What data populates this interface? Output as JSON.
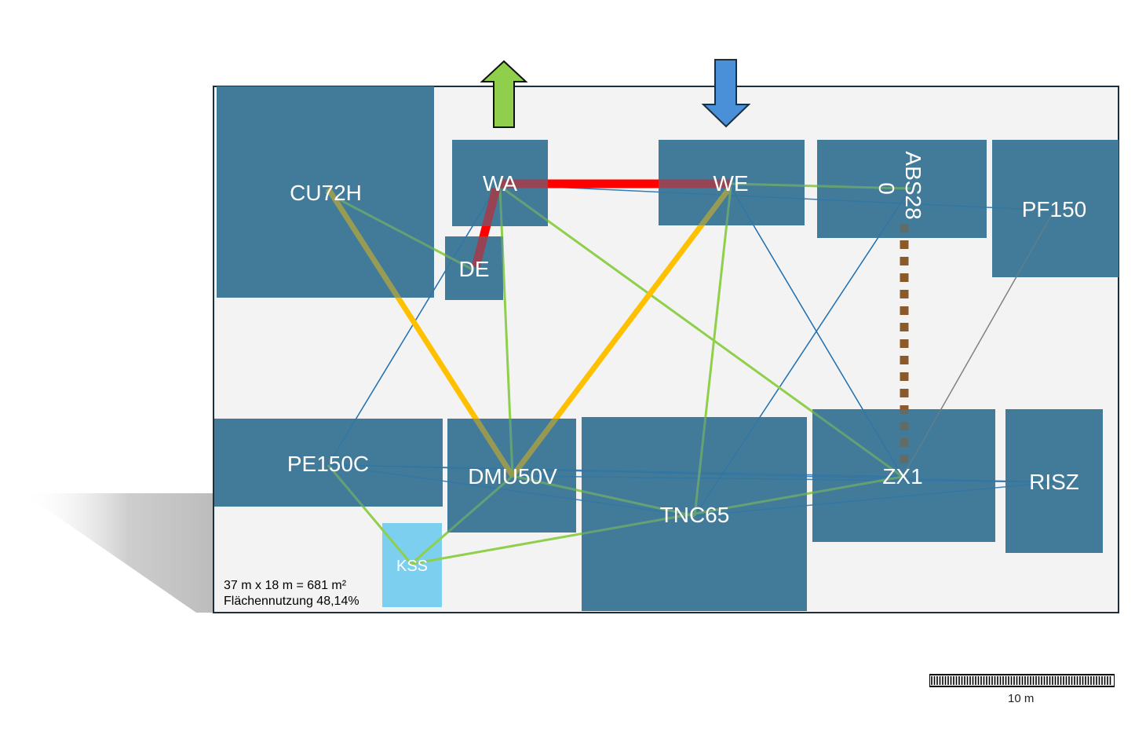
{
  "floor_plan": {
    "dimensions_text": "37 m x 18 m = 681 m²",
    "utilization_text": "Flächennutzung 48,14%",
    "scale_label": "10 m",
    "colors": {
      "machine": "#427b99",
      "kss": "#7dcff0",
      "floor": "#f3f3f3",
      "border": "#1c2f3d",
      "exit_arrow": "#8fcf4b",
      "entry_arrow": "#4a90d9",
      "flow_red": "#ff0000",
      "flow_orange": "#ffc000",
      "flow_green": "#8fcf4b",
      "flow_blue": "#1f6fb0",
      "flow_gray": "#808080",
      "flow_brown": "#8b5a2b"
    },
    "machines": {
      "cu72h": "CU72H",
      "wa": "WA",
      "we": "WE",
      "abs": "ABS28\n0",
      "pf150": "PF150",
      "de": "DE",
      "pe150c": "PE150C",
      "dmu50v": "DMU50V",
      "tnc65": "TNC65",
      "zx1": "ZX1",
      "risz": "RISZ",
      "kss": "KSS"
    },
    "arrows": {
      "exit": "arrow-up-icon",
      "entry": "arrow-down-icon"
    }
  }
}
